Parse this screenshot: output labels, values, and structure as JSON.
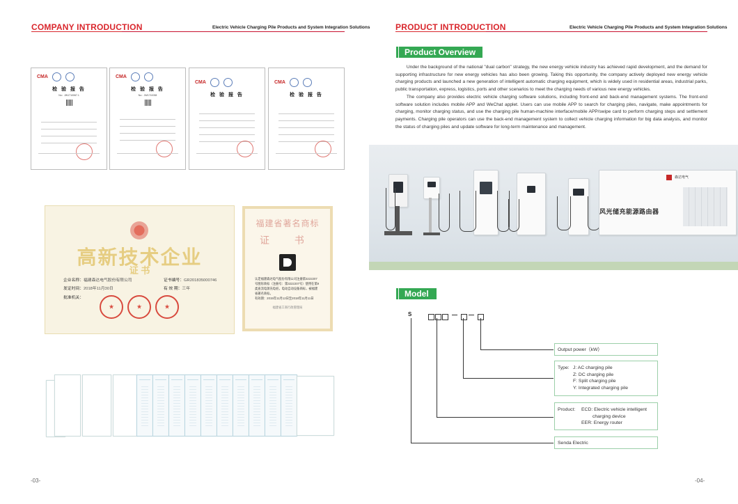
{
  "left_page": {
    "header_title": "COMPANY INTRODUCTION",
    "header_subtitle": "Electric Vehicle Charging Pile Products and System Integration Solutions",
    "page_number": "-03-",
    "test_reports": [
      {
        "title": "检 验 报 告",
        "number": "No：JW1710067.1"
      },
      {
        "title": "检 验 报 告",
        "number": "No：JW1710038"
      },
      {
        "title": "检 验 报 告",
        "number": ""
      },
      {
        "title": "检 验 报 告",
        "number": ""
      }
    ],
    "high_tech_cert": {
      "title": "高新技术企业",
      "subtitle": "证 书",
      "enterprise_label": "企业名称：",
      "enterprise_value": "福建森达电气股份有限公司",
      "cert_no_label": "证书编号：",
      "cert_no_value": "GR201835000746",
      "date_label": "发证时间：",
      "date_value": "2018年11月30日",
      "valid_label": "有 效 期：",
      "valid_value": "三年",
      "org_label": "批准机关："
    },
    "trademark_cert": {
      "title": "福建省著名商标",
      "subtitle": "证 书",
      "body": "认定福建森达电气股份有限公司注册第3222207号图形商标（注册号：第3222207号）使用在第9类直流电源充电桩，电动自动设备商标，被福建省著名商标。",
      "period": "有效期：2015年11月12日至2018年11月11日",
      "issuer": "福建省工商行政管理局"
    }
  },
  "right_page": {
    "header_title": "PRODUCT INTRODUCTION",
    "header_subtitle": "Electric Vehicle Charging Pile Products and System Integration Solutions",
    "page_number": "-04-",
    "overview_heading": "Product Overview",
    "overview_paragraphs": [
      "Under the background of the national \"dual carbon\" strategy, the new energy vehicle industry has achieved rapid development, and the demand for supporting infrastructure for new energy vehicles has also been growing. Taking this opportunity, the company actively deployed new energy vehicle charging products and launched a new generation of intelligent automatic charging equipment, which is widely used in residential areas, industrial parks, public transportation, express, logistics, ports and other scenarios to meet the charging needs of various new energy vehicles.",
      "The company also provides electric vehicle charging software solutions, including front-end and back-end management systems. The front-end software solution includes mobile APP and WeChat applet. Users can use mobile APP to search for charging piles, navigate, make appointments for charging, monitor charging status, and use the charging pile human-machine interface/mobile APP/swipe card to perform charging steps and settlement payments. Charging pile operators can use the back-end management system to collect vehicle charging information for big data analysis, and monitor the status of charging piles and update software for long-term maintenance and management."
    ],
    "photo_cabinet_text": "风光储充能源路由器",
    "photo_brand": "森达电气",
    "model_heading": "Model",
    "model_code_letter": "S",
    "model_labels": {
      "output": "Output power（kW）",
      "type_title": "Type:",
      "type_lines": [
        "J: AC charging pile",
        "Z: DC charging pile",
        "F: Split charging pile",
        "Y: Integrated charging pile"
      ],
      "product_title": "Product:",
      "product_lines": [
        "ECD: Electric vehicle intelligent",
        "charging device",
        "EER: Energy router"
      ],
      "brand": "Senda Electric"
    }
  },
  "colors": {
    "red": "#d9262c",
    "green": "#34a853",
    "gold": "#e6cd82"
  }
}
